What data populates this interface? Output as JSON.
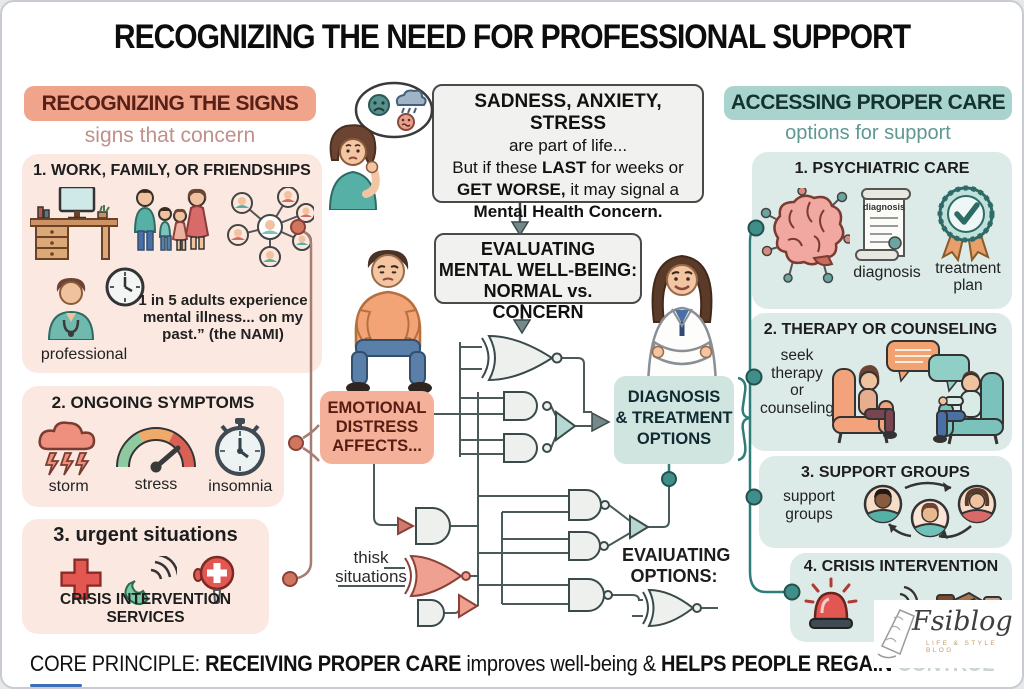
{
  "title": "RECOGNIZING THE NEED FOR PROFESSIONAL SUPPORT",
  "colors": {
    "left_accent": "#e1795f",
    "left_header_bg": "#f0a48c",
    "left_header_text": "#571f15",
    "left_card_bg": "#fbe9e1",
    "left_subtitle": "#c0908a",
    "right_accent": "#3f8e89",
    "right_header_bg": "#a8d4cd",
    "right_header_text": "#143230",
    "right_card_bg": "#ddebe8",
    "right_subtitle": "#5f9792",
    "distress_box_bg": "#f4b098",
    "diagnosis_box_bg": "#d0e4e0",
    "note_box_bg": "#f1f1ef",
    "title_text": "#111111"
  },
  "left_column": {
    "header": "RECOGNIZING THE SIGNS",
    "subtitle": "signs that concern",
    "section1": {
      "heading": "1. WORK, FAMILY, OR FRIENDSHIPS",
      "fact_bold": "1 in 5",
      "fact_line1_rest": " adults experience",
      "fact_line2": "mental illness... on my",
      "fact_line3": "past.” (the NAMI)",
      "professional_label": "professional"
    },
    "section2": {
      "heading": "2. ONGOING SYMPTOMS",
      "labels": [
        "storm",
        "stress",
        "insomnia"
      ]
    },
    "section3": {
      "heading": "3. urgent situations",
      "footer": "CRISIS INTERVENTION SERVICES"
    }
  },
  "center": {
    "intro": {
      "line1": "SADNESS, ANXIETY, STRESS",
      "line2": "are part of life...",
      "line3_pre": "But if these ",
      "line3_bold": "LAST",
      "line3_rest": " for weeks or",
      "line4_bold": "GET WORSE,",
      "line4_rest": " it may signal a",
      "line5": "Mental Health Concern."
    },
    "evaluate": {
      "line1": "EVALUATING",
      "line2": "MENTAL WELL-BEING:",
      "line3": "NORMAL vs. CONCERN"
    },
    "distress": {
      "line1": "EMOTIONAL",
      "line2": "DISTRESS",
      "line3": "AFFECTS..."
    },
    "diagnosis": {
      "line1": "DIAGNOSIS",
      "line2": "& TREATMENT",
      "line3": "OPTIONS"
    },
    "risk_note": {
      "line1": "thisk",
      "line2": "situations"
    },
    "options_note": {
      "line1": "EVAIUATING",
      "line2": "OPTIONS:"
    }
  },
  "right_column": {
    "header": "ACCESSING PROPER CARE",
    "subtitle": "options for support",
    "section1": {
      "heading": "1. PSYCHIATRIC CARE",
      "scroll_text": "diagnosis",
      "diagnosis_label": "diagnosis",
      "treatment_label_line1": "treatment",
      "treatment_label_line2": "plan"
    },
    "section2": {
      "heading": "2. THERAPY OR COUNSELING",
      "note_lines": [
        "seek",
        "therapy",
        "or",
        "counseling"
      ]
    },
    "section3": {
      "heading": "3. SUPPORT GROUPS",
      "note_lines": [
        "support",
        "groups"
      ]
    },
    "section4": {
      "heading": "4. CRISIS INTERVENTION"
    }
  },
  "footer": {
    "pre": "CORE PRINCIPLE: ",
    "bold1": "RECEIVING PROPER CARE",
    "mid": " improves well-being & ",
    "bold2": "HELPS PEOPLE REGAIN ",
    "obscured": "CONTROL"
  },
  "logo": {
    "name": "Fsiblog",
    "caption": "LIFE & STYLE BLOG"
  },
  "icons": {
    "left_section1": [
      "desk-computer-icon",
      "family-icon",
      "social-network-icon",
      "professional-icon",
      "clock-icon"
    ],
    "left_section2": [
      "storm-cloud-icon",
      "stress-gauge-icon",
      "stopwatch-icon"
    ],
    "left_section3": [
      "medical-cross-icon",
      "phone-call-icon",
      "siren-cross-icon"
    ],
    "right_section1": [
      "brain-network-icon",
      "diagnosis-scroll-icon",
      "treatment-badge-icon"
    ],
    "right_section3": [
      "support-group-avatars-icon"
    ],
    "right_section4": [
      "emergency-siren-icon",
      "crisis-phone-icon",
      "handshake-icon"
    ],
    "center": [
      "thinking-woman-illustration",
      "thought-bubble-icon",
      "sad-man-illustration",
      "doctor-illustration",
      "logic-gates-diagram"
    ]
  }
}
